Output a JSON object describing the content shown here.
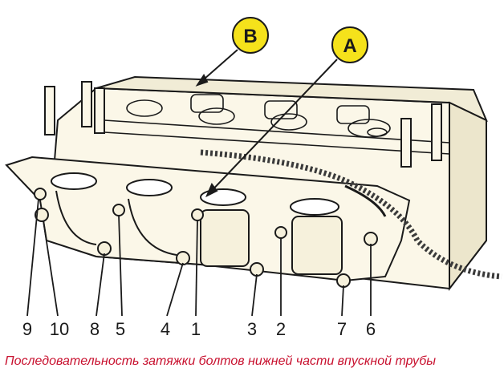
{
  "callouts": {
    "a": "A",
    "b": "B",
    "color": "#f5e21b"
  },
  "bolt_numbers": [
    "9",
    "10",
    "8",
    "5",
    "4",
    "1",
    "3",
    "2",
    "7",
    "6"
  ],
  "caption": "Последовательность затяжки болтов нижней части впускной трубы",
  "colors": {
    "caption": "#c8102e",
    "ink": "#1a1a1a",
    "paper": "#fbf7e8"
  }
}
